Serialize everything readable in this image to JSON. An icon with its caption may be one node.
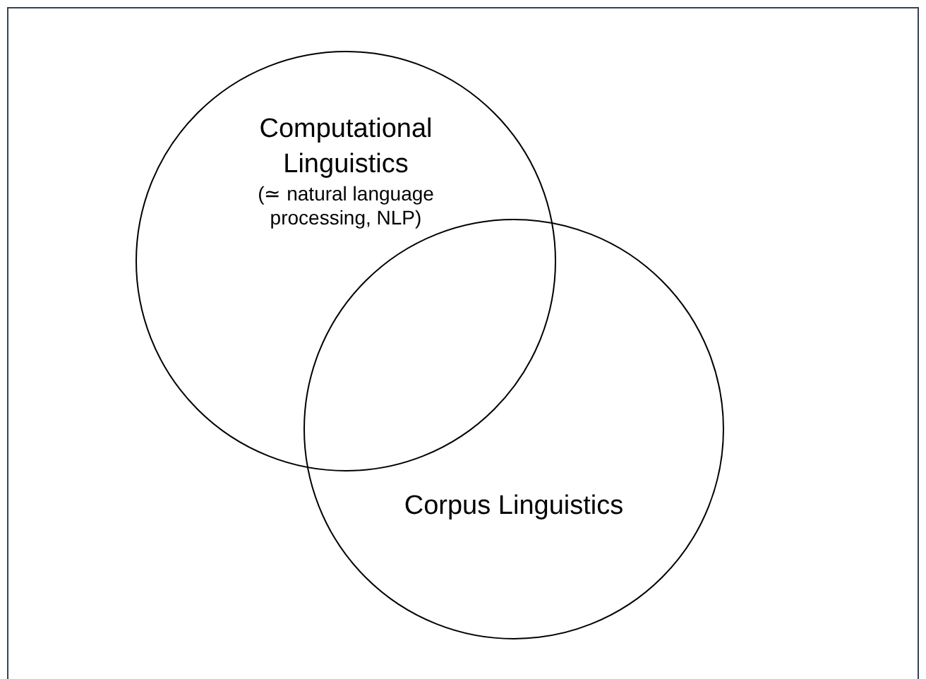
{
  "diagram": {
    "nodes": [
      {
        "text": [
          "Computational Linguistics",
          "(≃ natural language processing, NLP)"
        ]
      },
      {
        "text": [
          "Corpus Linguistics"
        ]
      }
    ]
  }
}
